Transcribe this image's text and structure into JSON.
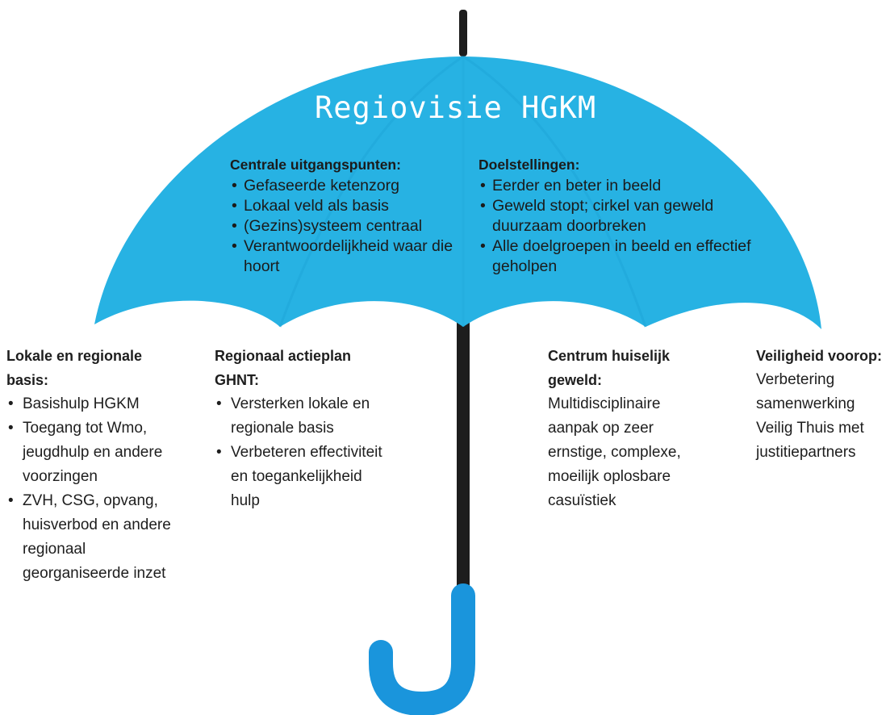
{
  "title": "Regiovisie HGKM",
  "colors": {
    "canopy": "#27b2e3",
    "canopy_dark": "#1a9fd0",
    "shaft": "#1d1d1d",
    "handle": "#1a95dc"
  },
  "canopy": {
    "left": {
      "heading": "Centrale uitgangspunten:",
      "items": [
        "Gefaseerde ketenzorg",
        "Lokaal veld als basis",
        "(Gezins)systeem centraal",
        "Verantwoordelijkheid waar die hoort"
      ]
    },
    "right": {
      "heading": "Doelstellingen:",
      "items": [
        "Eerder en beter in beeld",
        "Geweld stopt; cirkel van geweld duurzaam doorbreken",
        "Alle doelgroepen in beeld en effectief geholpen"
      ]
    }
  },
  "columns": {
    "col1": {
      "heading": "Lokale en regionale basis:",
      "items": [
        "Basishulp HGKM",
        "Toegang tot Wmo, jeugdhulp en andere voorzingen",
        "ZVH, CSG, opvang, huisverbod en andere regionaal georganiseerde inzet"
      ]
    },
    "col2": {
      "heading": "Regionaal actieplan GHNT:",
      "items": [
        "Versterken lokale en regionale basis",
        "Verbeteren effectiviteit en toegankelijkheid hulp"
      ]
    },
    "col3": {
      "heading": "Centrum huiselijk geweld:",
      "text": "Multidisciplinaire aanpak op zeer ernstige, complexe, moeilijk oplosbare casuïstiek"
    },
    "col4": {
      "heading": "Veiligheid voorop:",
      "text": "Verbetering samenwerking Veilig Thuis met justitiepartners"
    }
  }
}
